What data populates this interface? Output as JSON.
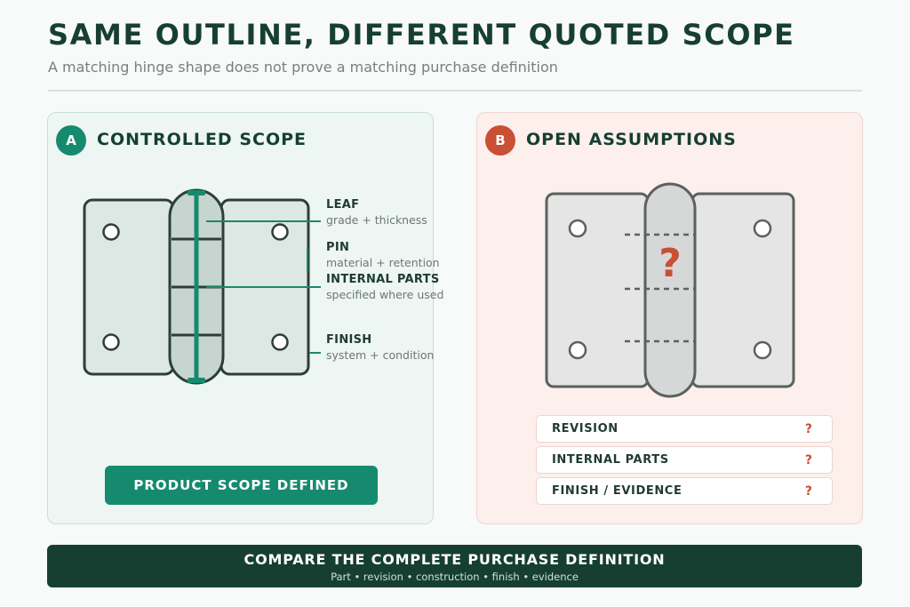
{
  "header": {
    "title": "SAME OUTLINE, DIFFERENT QUOTED SCOPE",
    "subtitle": "A matching hinge shape does not prove a matching purchase definition"
  },
  "panel_a": {
    "badge": "A",
    "title": "CONTROLLED SCOPE",
    "callouts": [
      {
        "heading": "LEAF",
        "detail": "grade + thickness"
      },
      {
        "heading": "PIN",
        "detail": "material + retention"
      },
      {
        "heading": "INTERNAL PARTS",
        "detail": "specified where used"
      },
      {
        "heading": "FINISH",
        "detail": "system + condition"
      }
    ],
    "status_label": "PRODUCT SCOPE DEFINED"
  },
  "panel_b": {
    "badge": "B",
    "title": "OPEN ASSUMPTIONS",
    "unknown_mark": "?",
    "assumptions": [
      {
        "label": "REVISION",
        "mark": "?"
      },
      {
        "label": "INTERNAL PARTS",
        "mark": "?"
      },
      {
        "label": "FINISH / EVIDENCE",
        "mark": "?"
      }
    ]
  },
  "footer": {
    "title": "COMPARE THE COMPLETE PURCHASE DEFINITION",
    "subtitle": "Part • revision • construction • finish • evidence"
  },
  "colors": {
    "dark_green": "#163f32",
    "accent_green": "#168a6e",
    "accent_red": "#c94f35"
  },
  "icons": {
    "controlled_hinge": "hinge-diagram-icon",
    "open_hinge": "hinge-diagram-icon",
    "unknown": "question-mark-icon"
  }
}
